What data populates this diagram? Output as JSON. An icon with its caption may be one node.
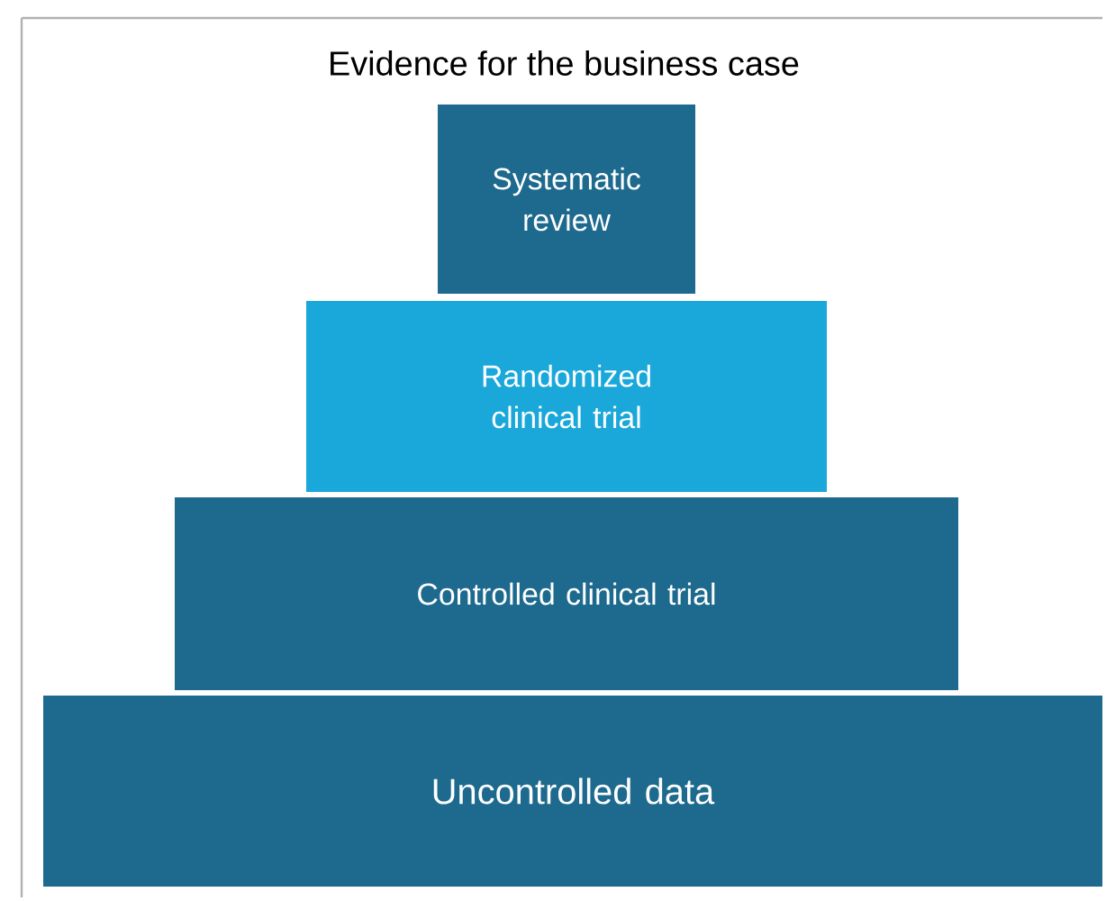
{
  "diagram": {
    "title": "Evidence for the business case",
    "nodes": [
      {
        "text": [
          "Systematic review"
        ]
      },
      {
        "text": [
          "Randomized clinical trial"
        ]
      },
      {
        "text": [
          "Controlled clinical trial"
        ]
      },
      {
        "text": [
          "Uncontrolled data"
        ]
      }
    ]
  }
}
